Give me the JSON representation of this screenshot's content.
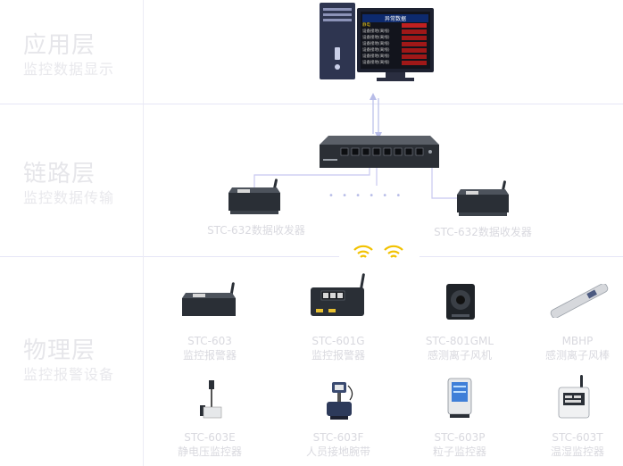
{
  "layers": [
    {
      "title": "应用层",
      "subtitle": "监控数据显示"
    },
    {
      "title": "链路层",
      "subtitle": "监控数据传输"
    },
    {
      "title": "物理层",
      "subtitle": "监控报警设备"
    }
  ],
  "monitor_screen": {
    "header": "异常数据",
    "row_labels": [
      "静电",
      "设备接地(离线)",
      "设备接地(离线)",
      "设备接地(离线)",
      "设备接地(离线)",
      "设备接地(离线)",
      "设备接地(离线)"
    ]
  },
  "receivers": [
    {
      "label": "STC-632数据收发器"
    },
    {
      "label": "STC-632数据收发器"
    }
  ],
  "connector_dots": "• • • • • •",
  "devices_row1": [
    {
      "model": "STC-603",
      "desc": "监控报警器"
    },
    {
      "model": "STC-601G",
      "desc": "监控报警器"
    },
    {
      "model": "STC-801GML",
      "desc": "感测离子风机"
    },
    {
      "model": "MBHP",
      "desc": "感测离子风棒"
    }
  ],
  "devices_row2": [
    {
      "model": "STC-603E",
      "desc": "静电压监控器"
    },
    {
      "model": "STC-603F",
      "desc": "人员接地腕带"
    },
    {
      "model": "STC-603P",
      "desc": "粒子监控器"
    },
    {
      "model": "STC-603T",
      "desc": "温湿监控器"
    }
  ],
  "colors": {
    "line": "#c8c8f0",
    "wifi": "#f2c200",
    "device": "#2a2f36"
  }
}
